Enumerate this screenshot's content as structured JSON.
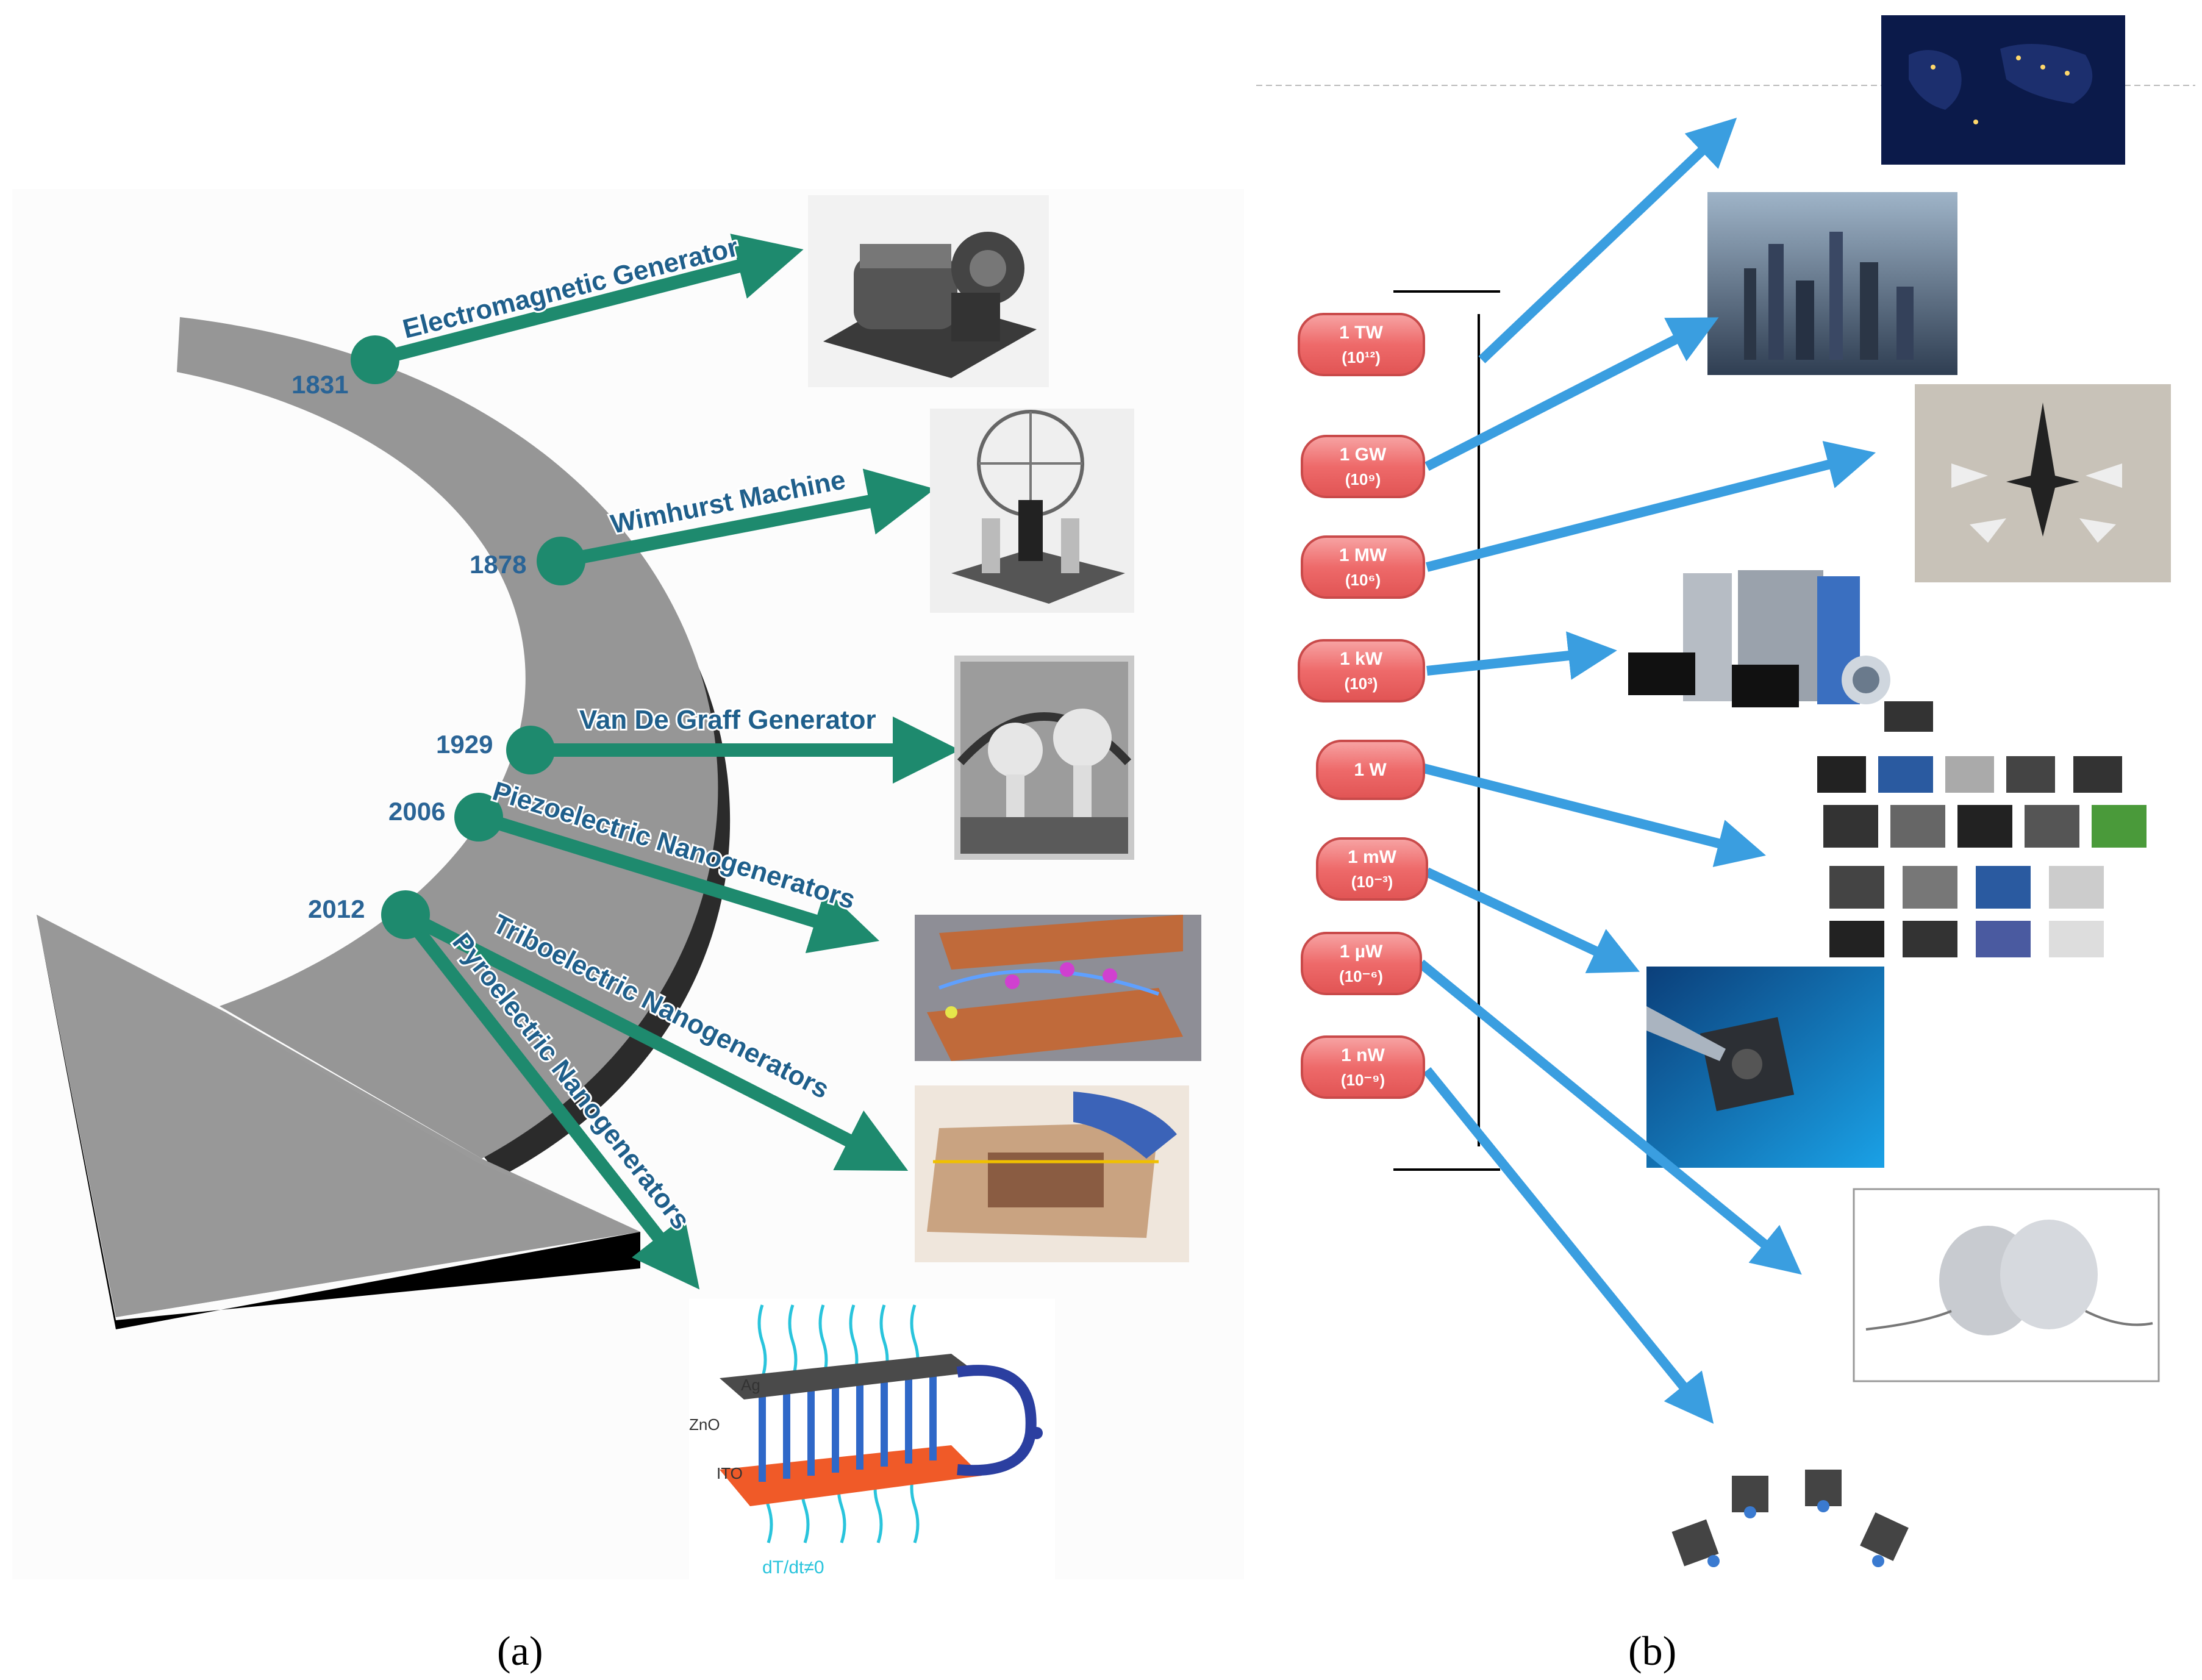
{
  "panel_a": {
    "caption": "(a)",
    "milestones": [
      {
        "year": "1831",
        "label": "Electromagnetic Generator"
      },
      {
        "year": "1878",
        "label": "Wimhurst Machine"
      },
      {
        "year": "1929",
        "label": "Van De Graff Generator"
      },
      {
        "year": "2006",
        "label": "Piezoelectric Nanogenerators"
      },
      {
        "year": "2012",
        "label": "Triboelectric Nanogenerators"
      },
      {
        "year": "2012",
        "label": "Pyroelectric Nanogenerators"
      }
    ],
    "pyro_device": {
      "top_label": "Ag",
      "middle_label": "ZnO",
      "bottom_label": "ITO",
      "caption": "dT/dt≠0"
    },
    "colors": {
      "arrow": "#1e8a6e",
      "node": "#1e8a6e",
      "curve": "#969696",
      "curve_shadow": "#000000"
    }
  },
  "panel_b": {
    "caption": "(b)",
    "power_levels": [
      {
        "label": "1 TW",
        "exponent": "(10¹²)"
      },
      {
        "label": "1 GW",
        "exponent": "(10⁹)"
      },
      {
        "label": "1 MW",
        "exponent": "(10⁶)"
      },
      {
        "label": "1 kW",
        "exponent": "(10³)"
      },
      {
        "label": "1 W",
        "exponent": ""
      },
      {
        "label": "1 mW",
        "exponent": "(10⁻³)"
      },
      {
        "label": "1 µW",
        "exponent": "(10⁻⁶)"
      },
      {
        "label": "1 nW",
        "exponent": "(10⁻⁹)"
      }
    ],
    "applications": [
      "world-at-night-image",
      "city-aerial-image",
      "aircraft-image",
      "home-appliances-image",
      "consumer-electronics-image",
      "microchip-image",
      "pacemaker-image",
      "sensors-image"
    ],
    "colors": {
      "pill": "#ef6b6b",
      "pill_border": "#c94a4a",
      "arrow": "#3a9ee0"
    }
  }
}
